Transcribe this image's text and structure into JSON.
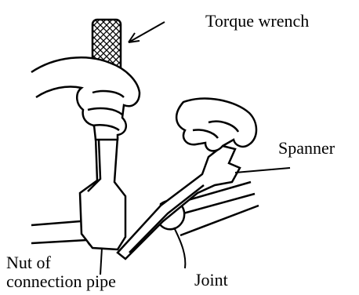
{
  "labels": {
    "torque_wrench": "Torque wrench",
    "spanner": "Spanner",
    "nut_line1": "Nut of",
    "nut_line2": "connection pipe",
    "joint": "Joint"
  }
}
